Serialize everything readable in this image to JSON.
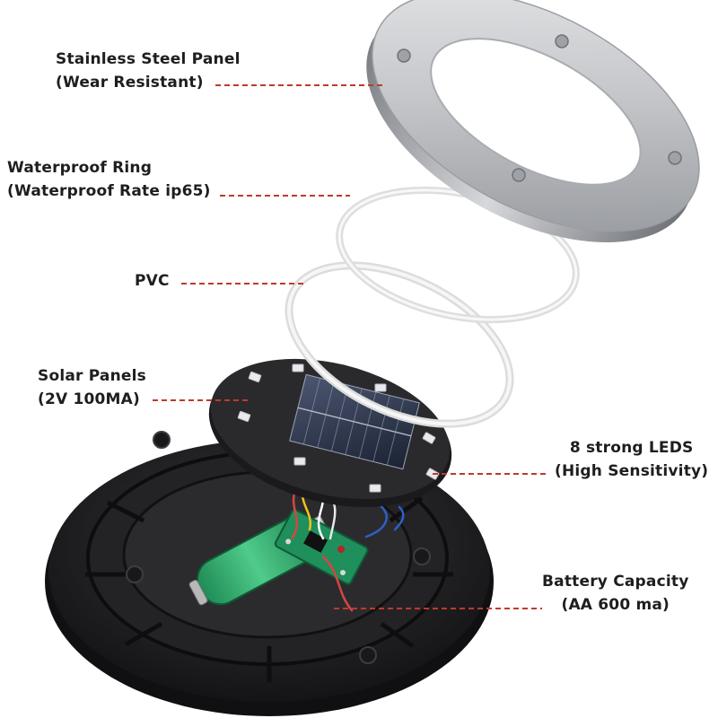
{
  "callouts": {
    "steel_panel": {
      "line1": "Stainless Steel Panel",
      "line2": "(Wear Resistant)"
    },
    "waterproof_ring": {
      "line1": "Waterproof Ring",
      "line2": "(Waterproof Rate ip65)"
    },
    "pvc": {
      "line1": "PVC"
    },
    "solar_panels": {
      "line1": "Solar Panels",
      "line2": "(2V 100MA)"
    },
    "leds": {
      "line1": "8 strong LEDS",
      "line2": "(High Sensitivity)"
    },
    "battery": {
      "line1": "Battery Capacity",
      "line2": "(AA 600 ma)"
    }
  },
  "colors": {
    "leader_line": "#c0392b",
    "label_text": "#1e1e1e",
    "steel": "#b9bcc0",
    "base": "#1d1d1f",
    "battery": "#2fa86a",
    "pcb": "#1f8f5b",
    "solar_cell": "#2b3a55"
  }
}
